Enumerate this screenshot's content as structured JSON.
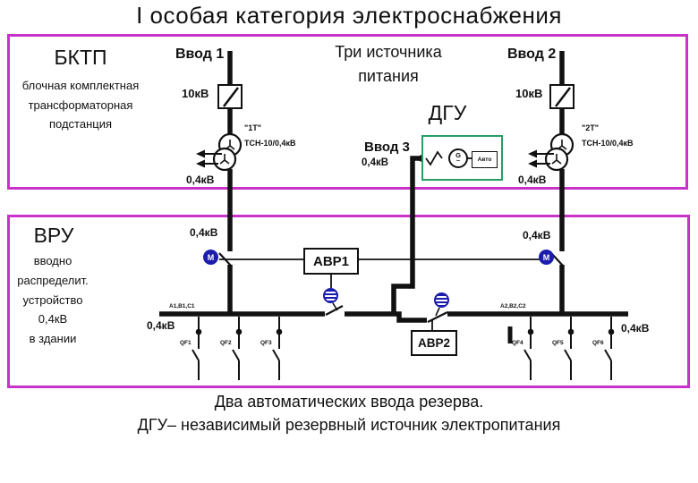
{
  "title": "I особая категория электроснабжения",
  "bktp": {
    "abbr": "БКТП",
    "desc_lines": [
      "блочная комплектная",
      "трансформаторная",
      "подстанция"
    ]
  },
  "vru": {
    "abbr": "ВРУ",
    "desc_lines": [
      "вводно",
      "распределит.",
      "устройство",
      "0,4кВ",
      "в здании"
    ]
  },
  "sources": {
    "line1": "Три  источника",
    "line2": "питания"
  },
  "inputs": {
    "vvod1": "Ввод 1",
    "vvod2": "Ввод 2",
    "vvod3": "Ввод 3"
  },
  "voltages": {
    "hv": "10кВ",
    "lv": "0,4кВ"
  },
  "transformers": {
    "t1_name": "\"1Т\"",
    "t1_type": "ТСН-10/0,4кВ",
    "t2_name": "\"2Т\"",
    "t2_type": "ТСН-10/0,4кВ"
  },
  "dgu": {
    "label": "ДГУ",
    "auto_label": "Авто",
    "gen_top": "G",
    "gen_bottom": "~"
  },
  "avr": {
    "avr1": "АВР1",
    "avr2": "АВР2"
  },
  "motor_drive_letter": "М",
  "bus": {
    "left_phases": "А1,В1,С1",
    "right_phases": "А2,В2,С2"
  },
  "feeders": {
    "left": [
      "QF1",
      "QF2",
      "QF3"
    ],
    "right": [
      "QF4",
      "QF5",
      "QF6"
    ]
  },
  "captions": [
    "Два автоматических ввода резерва.",
    "ДГУ– независимый резервный источник  электропитания"
  ],
  "colors": {
    "frame": "#c832c8",
    "dgu_frame": "#2a9d64",
    "drive": "#1c1cae",
    "line": "#111111"
  }
}
